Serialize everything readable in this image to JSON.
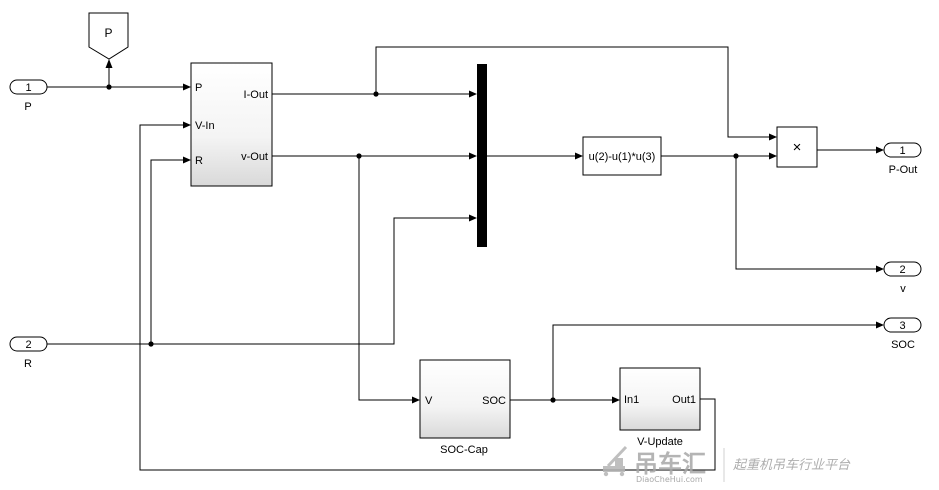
{
  "ports_in": [
    {
      "number": "1",
      "name": "P"
    },
    {
      "number": "2",
      "name": "R"
    }
  ],
  "goto_tag": "P",
  "battery_block": {
    "inputs": [
      "P",
      "V-In",
      "R"
    ],
    "outputs": [
      "I-Out",
      "v-Out"
    ]
  },
  "fcn_block": "u(2)-u(1)*u(3)",
  "product_block": "×",
  "ports_out": [
    {
      "number": "1",
      "name": "P-Out"
    },
    {
      "number": "2",
      "name": "v"
    },
    {
      "number": "3",
      "name": "SOC"
    }
  ],
  "soc_block": {
    "name": "SOC-Cap",
    "input": "V",
    "output": "SOC"
  },
  "vupdate_block": {
    "name": "V-Update",
    "input": "In1",
    "output": "Out1"
  },
  "watermark": {
    "brand_cn": "吊车汇",
    "domain": "DiaoCheHui.com",
    "slogan": "起重机吊车行业平台"
  }
}
